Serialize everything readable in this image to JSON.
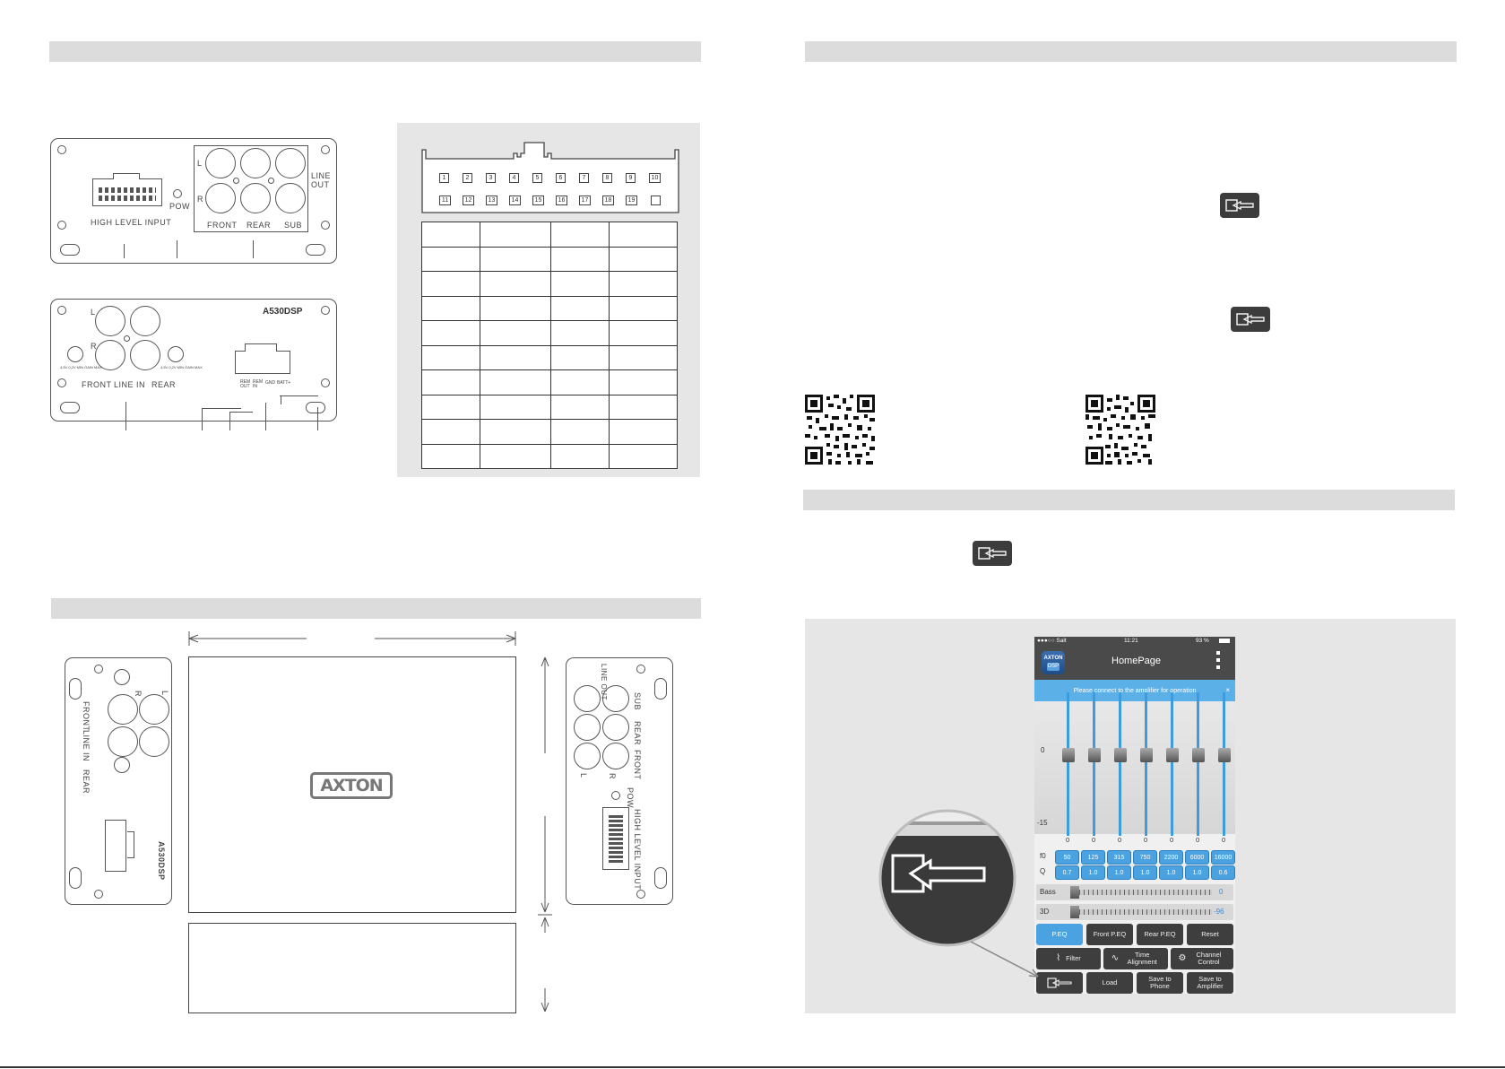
{
  "front_panel": {
    "high_level_input": "HIGH  LEVEL  INPUT",
    "pow": "POW",
    "line_out": [
      "LINE",
      "OUT"
    ],
    "left": "L",
    "right": "R",
    "front": "FRONT",
    "rear": "REAR",
    "sub": "SUB"
  },
  "rear_panel": {
    "model": "A530DSP",
    "left": "L",
    "right": "R",
    "front": "FRONT",
    "line_in": "LINE IN",
    "rear": "REAR",
    "gain_left": "4,5V  0,2V MIN  GAIN  MAX",
    "gain_right": "4,5V  0,2V MIN  GAIN  MAX",
    "terminals": [
      "REM OUT",
      "REM IN",
      "GND",
      "BATT+"
    ]
  },
  "connector": {
    "top_row": [
      "1",
      "2",
      "3",
      "4",
      "5",
      "6",
      "7",
      "8",
      "9",
      "10"
    ],
    "bottom_row": [
      "11",
      "12",
      "13",
      "14",
      "15",
      "16",
      "17",
      "18",
      "19",
      ""
    ]
  },
  "dimensions_view": {
    "logo": "AXTON",
    "side_left": {
      "front": "FRONT",
      "line_in": "LINE IN",
      "rear": "REAR",
      "model": "A530DSP",
      "right": "R",
      "left": "L"
    },
    "side_right": {
      "line_out": "LINE OUT",
      "sub": "SUB",
      "rear": "REAR",
      "front": "FRONT",
      "pow": "POW",
      "high_level_input": "HIGH LEVEL INPUT",
      "left": "L",
      "right": "R"
    }
  },
  "app": {
    "status_carrier": "●●●○○ Salt",
    "status_time": "11:21",
    "status_battery": "93 %",
    "logo_top": "AXTON",
    "logo_bottom": "DSP",
    "title": "HomePage",
    "banner": "Please connect to the amplifier for operation",
    "scale_top": "0",
    "scale_bottom": "-15",
    "band_gains": [
      "0",
      "0",
      "0",
      "0",
      "0",
      "0",
      "0"
    ],
    "f0_label": "f0",
    "f0_values": [
      "50",
      "125",
      "315",
      "750",
      "2200",
      "6000",
      "16000"
    ],
    "q_label": "Q",
    "q_values": [
      "0.7",
      "1.0",
      "1.0",
      "1.0",
      "1.0",
      "1.0",
      "0.6"
    ],
    "bass_label": "Bass",
    "bass_value": "0",
    "threed_label": "3D",
    "threed_value": "-96",
    "tabs": [
      "P.EQ",
      "Front P.EQ",
      "Rear P.EQ",
      "Reset"
    ],
    "tools": [
      {
        "label": "Filter"
      },
      {
        "label": "Time Alignment"
      },
      {
        "label": "Channel Control"
      }
    ],
    "bottom": [
      "Load",
      "Save to Phone",
      "Save to Amplifier"
    ]
  }
}
